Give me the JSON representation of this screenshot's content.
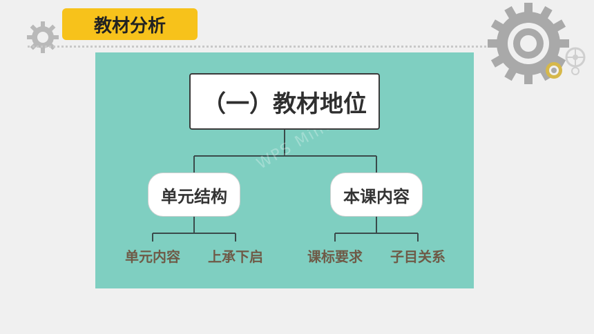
{
  "header": {
    "title": "教材分析"
  },
  "diagram": {
    "root": "（一）教材地位",
    "branches": [
      {
        "label": "单元结构",
        "children": [
          "单元内容",
          "上承下启"
        ]
      },
      {
        "label": "本课内容",
        "children": [
          "课标要求",
          "子目关系"
        ]
      }
    ],
    "watermark": "WPS Mind"
  },
  "colors": {
    "accent": "#f7c21b",
    "panel": "#7fcfc1",
    "leaf_text": "#6f5a47",
    "gear": "#a9a9a9"
  }
}
